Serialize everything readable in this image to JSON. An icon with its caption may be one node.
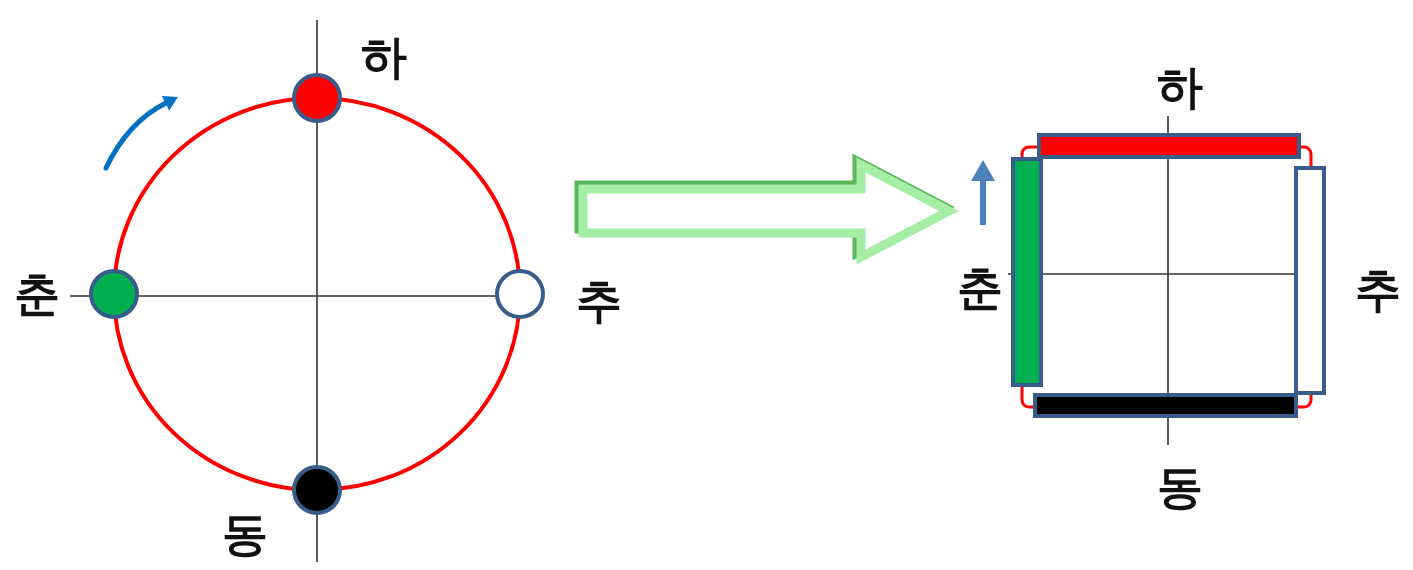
{
  "diagram": {
    "nodes": [
      {
        "text": [],
        "shape": "circle",
        "beside": [
          "하",
          "춘",
          "추",
          "동"
        ]
      },
      {
        "text": [],
        "shape": "box",
        "beside": [
          "하",
          "춘",
          "추",
          "동"
        ]
      }
    ],
    "edges": [
      {
        "from": 0,
        "to": 1,
        "arrow": "to"
      }
    ]
  }
}
